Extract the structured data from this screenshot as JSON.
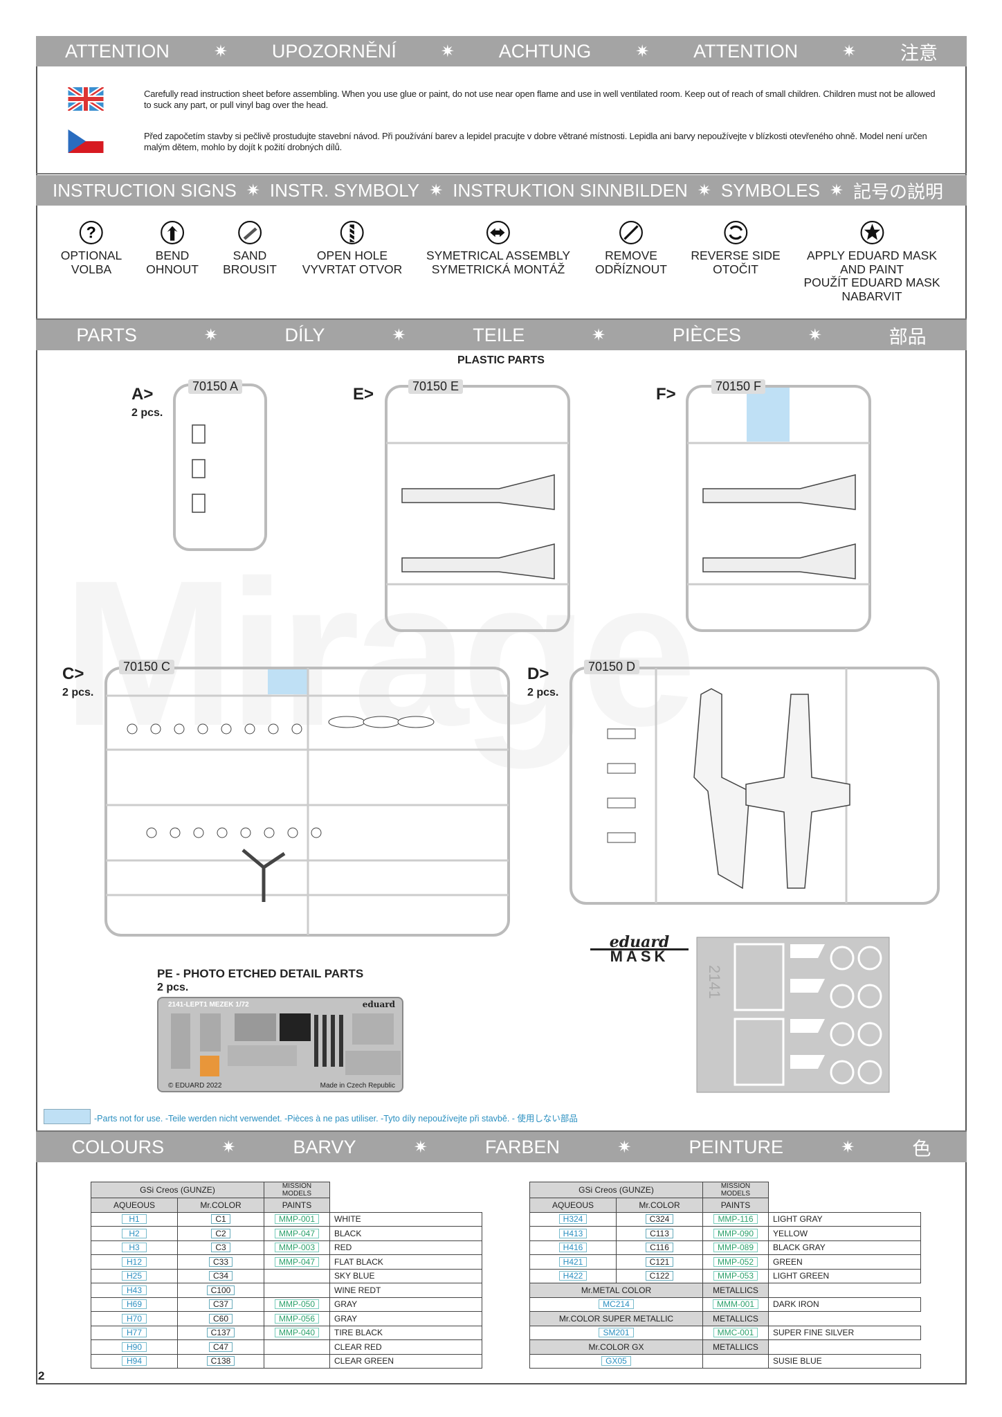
{
  "attention": {
    "headers": [
      "ATTENTION",
      "UPOZORNĚNÍ",
      "ACHTUNG",
      "ATTENTION",
      "注意"
    ],
    "en_text": "Carefully read instruction sheet before assembling. When you use glue or paint, do not use near open flame and use in well ventilated room. Keep out of reach of small children. Children must not be allowed to suck any part, or pull vinyl bag over the head.",
    "cz_text": "Před započetím stavby si pečlivě prostudujte stavební návod. Při používání barev a lepidel pracujte v dobre větrané místnosti. Lepidla ani barvy nepoužívejte v blízkosti otevřeného ohně. Model není určen malým dětem, mohlo by dojít k požití drobných dílů."
  },
  "signs": {
    "headers": [
      "INSTRUCTION SIGNS",
      "INSTR. SYMBOLY",
      "INSTRUKTION SINNBILDEN",
      "SYMBOLES",
      "記号の説明"
    ],
    "items": [
      {
        "icon": "question-icon",
        "lines": [
          "OPTIONAL",
          "VOLBA"
        ]
      },
      {
        "icon": "bend-arrow-icon",
        "lines": [
          "BEND",
          "OHNOUT"
        ]
      },
      {
        "icon": "sand-icon",
        "lines": [
          "SAND",
          "BROUSIT"
        ]
      },
      {
        "icon": "drill-icon",
        "lines": [
          "OPEN HOLE",
          "VYVRTAT OTVOR"
        ]
      },
      {
        "icon": "symmetrical-arrow-icon",
        "lines": [
          "SYMETRICAL ASSEMBLY",
          "SYMETRICKÁ MONTÁŽ"
        ]
      },
      {
        "icon": "cut-icon",
        "lines": [
          "REMOVE",
          "ODŘÍZNOUT"
        ]
      },
      {
        "icon": "reverse-icon",
        "lines": [
          "REVERSE SIDE",
          "OTOČIT"
        ]
      },
      {
        "icon": "star-mask-icon",
        "lines": [
          "APPLY EDUARD MASK",
          "AND PAINT",
          "POUŽÍT EDUARD MASK",
          "NABARVIT"
        ]
      }
    ]
  },
  "parts": {
    "headers": [
      "PARTS",
      "DÍLY",
      "TEILE",
      "PIÈCES",
      "部品"
    ],
    "plastic_title": "PLASTIC PARTS",
    "sprues": {
      "A": {
        "label": "A>",
        "pcs": "2 pcs.",
        "title": "70150 A"
      },
      "E": {
        "label": "E>",
        "title": "70150 E"
      },
      "F": {
        "label": "F>",
        "title": "70150 F"
      },
      "C": {
        "label": "C>",
        "pcs": "2 pcs.",
        "title": "70150 C"
      },
      "D": {
        "label": "D>",
        "pcs": "2 pcs.",
        "title": "70150 D"
      }
    },
    "mask_logo_top": "eduard",
    "mask_logo_bottom": "MASK",
    "mask_code": "2141",
    "pe_title": "PE - PHOTO ETCHED DETAIL PARTS",
    "pe_pcs": "2 pcs.",
    "pe_fret_code": "2141-LEPT1  MEZEK   1/72",
    "pe_brand": "eduard",
    "pe_copyright": "© EDUARD 2022",
    "pe_made": "Made in Czech Republic",
    "not_for_use": "-Parts not for use. -Teile werden nicht verwendet. -Pièces à ne pas utiliser. -Tyto díly nepoužívejte při stavbě. -   使用しない部品",
    "not_for_use_color": "#bfe0f5"
  },
  "colours": {
    "headers": [
      "COLOURS",
      "BARVY",
      "FARBEN",
      "PEINTURE",
      "色"
    ],
    "col_headers": {
      "brand": "GSi Creos (GUNZE)",
      "mission": "MISSION MODELS",
      "aqueous": "AQUEOUS",
      "mrcolor": "Mr.COLOR",
      "paints": "PAINTS"
    },
    "left": [
      [
        "H1",
        "C1",
        "MMP-001",
        "WHITE"
      ],
      [
        "H2",
        "C2",
        "MMP-047",
        "BLACK"
      ],
      [
        "H3",
        "C3",
        "MMP-003",
        "RED"
      ],
      [
        "H12",
        "C33",
        "MMP-047",
        "FLAT BLACK"
      ],
      [
        "H25",
        "C34",
        "",
        "SKY BLUE"
      ],
      [
        "H43",
        "C100",
        "",
        "WINE REDT"
      ],
      [
        "H69",
        "C37",
        "MMP-050",
        "GRAY"
      ],
      [
        "H70",
        "C60",
        "MMP-056",
        "GRAY"
      ],
      [
        "H77",
        "C137",
        "MMP-040",
        "TIRE BLACK"
      ],
      [
        "H90",
        "C47",
        "",
        "CLEAR RED"
      ],
      [
        "H94",
        "C138",
        "",
        "CLEAR GREEN"
      ]
    ],
    "right": [
      [
        "H324",
        "C324",
        "MMP-116",
        "LIGHT GRAY"
      ],
      [
        "H413",
        "C113",
        "MMP-090",
        "YELLOW"
      ],
      [
        "H416",
        "C116",
        "MMP-089",
        "BLACK GRAY"
      ],
      [
        "H421",
        "C121",
        "MMP-052",
        "GREEN"
      ],
      [
        "H422",
        "C122",
        "MMP-053",
        "LIGHT GREEN"
      ]
    ],
    "right_sections": [
      {
        "header": "Mr.METAL COLOR",
        "header2": "METALLICS",
        "code": "MC214",
        "mission": "MMM-001",
        "name": "DARK IRON"
      },
      {
        "header": "Mr.COLOR SUPER METALLIC",
        "header2": "METALLICS",
        "code": "SM201",
        "mission": "MMC-001",
        "name": "SUPER FINE SILVER"
      },
      {
        "header": "Mr.COLOR GX",
        "header2": "METALLICS",
        "code": "GX05",
        "mission": "",
        "name": "SUSIE BLUE"
      }
    ]
  },
  "page_number": "2"
}
